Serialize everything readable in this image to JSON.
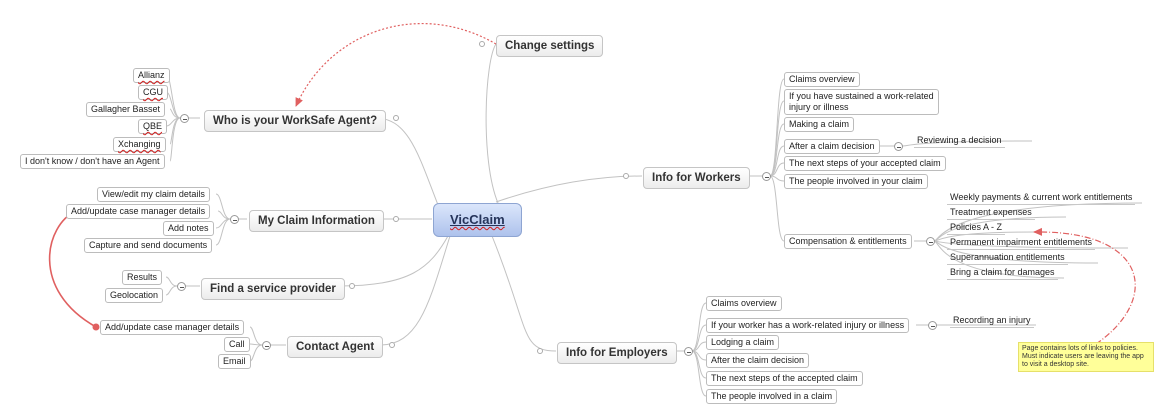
{
  "central": "VicClaim",
  "branches": {
    "change_settings": "Change settings",
    "workSafe_agent": "Who is your WorkSafe Agent?",
    "claim_info": "My Claim Information",
    "service_provider": "Find a service provider",
    "contact_agent": "Contact Agent",
    "info_workers": "Info for Workers",
    "info_employers": "Info for Employers"
  },
  "agents": [
    "Allianz",
    "CGU",
    "Gallagher Basset",
    "QBE",
    "Xchanging",
    "I don't know / don't have an Agent"
  ],
  "claim_items": [
    "View/edit my claim details",
    "Add/update case manager details",
    "Add notes",
    "Capture and send documents"
  ],
  "provider_items": [
    "Results",
    "Geolocation"
  ],
  "contact_items": [
    "Add/update case manager details",
    "Call",
    "Email"
  ],
  "workers": {
    "items": [
      "Claims overview",
      "If you have sustained a work-related",
      "injury or illness",
      "Making a claim",
      "After a claim decision",
      "The next steps of your accepted claim",
      "The people involved in your claim",
      "Compensation & entitlements"
    ],
    "after_decision_child": "Reviewing a decision",
    "compensation_children": [
      "Weekly payments & current work entitlements",
      "Treatment expenses",
      "Policies A - Z",
      "Permanent impairment entitlements",
      "Superannuation entitlements",
      "Bring a claim for damages"
    ]
  },
  "employers": {
    "items": [
      "Claims overview",
      "If your worker has a work-related injury or illness",
      "Lodging a claim",
      "After the claim decision",
      "The next steps of the accepted claim",
      "The people involved in a claim"
    ],
    "injury_child": "Recording an injury"
  },
  "note": "Page contains lots of links to policies. Must indicate users are leaving the app to visit a desktop site.",
  "colors": {
    "central_fill": "#b9cdf2",
    "relation": "#e06060",
    "note_fill": "#ffff99"
  }
}
